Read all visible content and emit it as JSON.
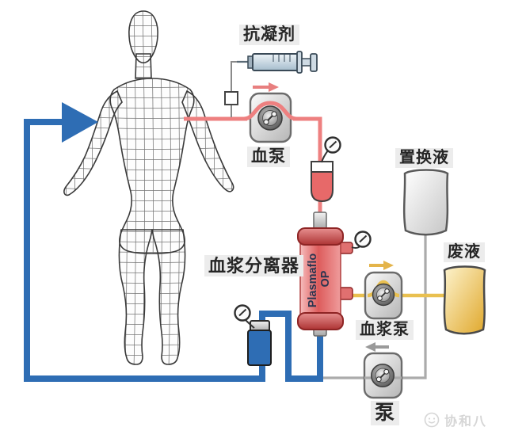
{
  "labels": {
    "anticoagulant": "抗凝剂",
    "blood_pump": "血泵",
    "plasma_separator": "血浆分离器",
    "separator_brand_line1": "Plasmaflo",
    "separator_brand_line2": "OP",
    "replacement_fluid": "置换液",
    "waste_fluid": "废液",
    "plasma_pump": "血浆泵",
    "pump": "泵"
  },
  "watermark": {
    "text": "协和八"
  },
  "colors": {
    "blood_line": "#ee8080",
    "return_line": "#2e6db4",
    "plasma_line": "#e9c050",
    "fluid_line": "#ababab",
    "separator_red": "#e06060",
    "chamber_blood": "#e76969",
    "arrow_red": "#e87f7f",
    "arrow_yellow": "#e4b44a",
    "arrow_gray": "#9a9a9a",
    "brand_text": "#2a3550",
    "label_text": "#262626"
  },
  "icons": {
    "pressure_gauge": "circle-dial-with-needle",
    "pump_rotor": "peristaltic-roller-head",
    "syringe": "horizontal-syringe",
    "flow_arrow": "short-thick-arrow",
    "body_figure": "wireframe-mannequin"
  }
}
